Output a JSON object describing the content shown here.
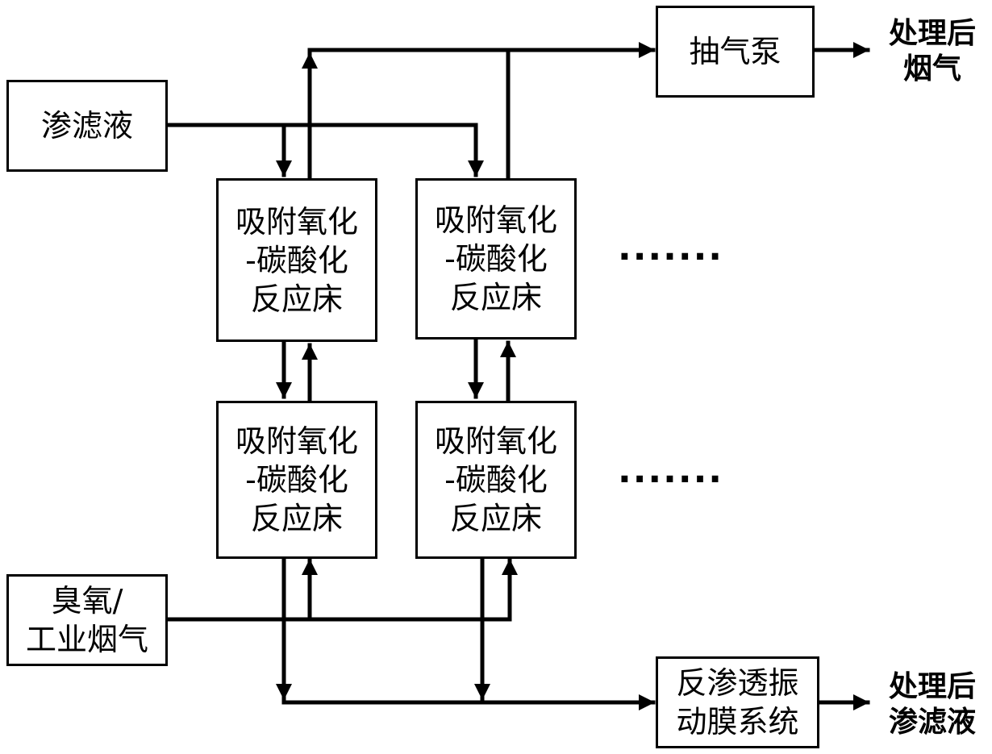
{
  "nodes": {
    "leachate": "渗滤液",
    "ozone_line1": "臭氧/",
    "ozone_line2": "工业烟气",
    "pump": "抽气泵",
    "reactor_line1": "吸附氧化",
    "reactor_line2": "-碳酸化",
    "reactor_line3": "反应床",
    "ro_line1": "反渗透振",
    "ro_line2": "动膜系统"
  },
  "outputs": {
    "gas_line1": "处理后",
    "gas_line2": "烟气",
    "liquid_line1": "处理后",
    "liquid_line2": "渗滤液"
  },
  "ellipsis": "·······"
}
